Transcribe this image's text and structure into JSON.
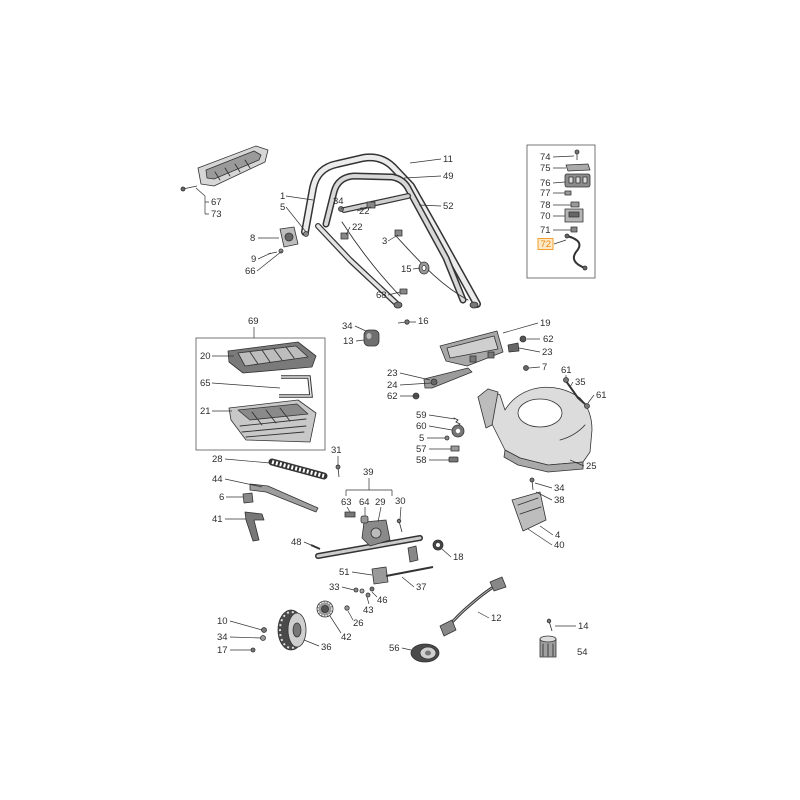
{
  "diagram": {
    "callouts": [
      "67",
      "73",
      "11",
      "49",
      "52",
      "1",
      "5",
      "34",
      "22",
      "22",
      "3",
      "8",
      "9",
      "66",
      "15",
      "68",
      "74",
      "75",
      "76",
      "77",
      "78",
      "70",
      "71",
      "69",
      "20",
      "65",
      "21",
      "34",
      "13",
      "16",
      "19",
      "62",
      "23",
      "7",
      "61",
      "35",
      "61",
      "23",
      "24",
      "62",
      "59",
      "60",
      "5",
      "57",
      "58",
      "25",
      "31",
      "28",
      "39",
      "44",
      "34",
      "38",
      "6",
      "63",
      "64",
      "29",
      "30",
      "41",
      "4",
      "40",
      "48",
      "18",
      "51",
      "37",
      "33",
      "46",
      "43",
      "26",
      "12",
      "10",
      "14",
      "34",
      "42",
      "17",
      "36",
      "56",
      "54"
    ],
    "highlighted_callout": "72",
    "highlight": {
      "border": "#f0a030",
      "fill": "#fde8c8",
      "text": "#e8890c"
    },
    "line_color": "#333333"
  }
}
